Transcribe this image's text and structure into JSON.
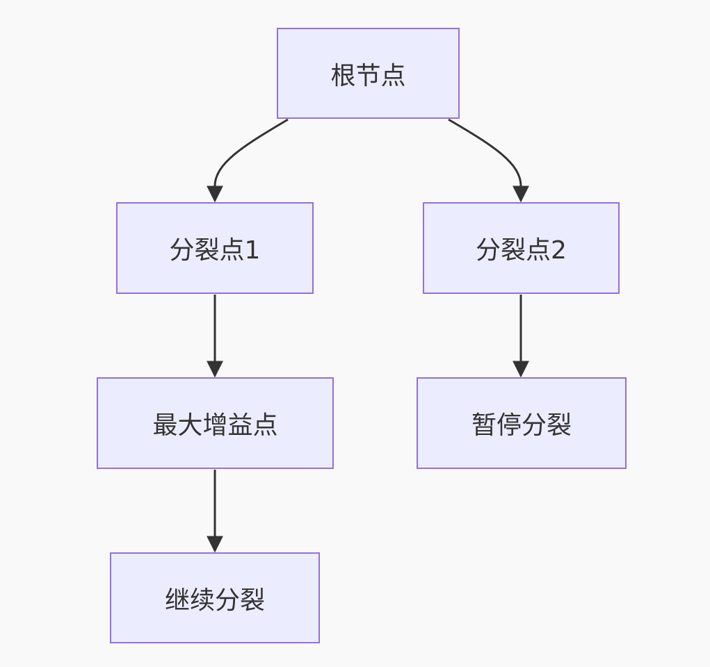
{
  "diagram": {
    "nodes": {
      "root": "根节点",
      "split1": "分裂点1",
      "split2": "分裂点2",
      "max_gain": "最大增益点",
      "pause_split": "暂停分裂",
      "continue_split": "继续分裂"
    },
    "edges": [
      {
        "from": "root",
        "to": "split1"
      },
      {
        "from": "root",
        "to": "split2"
      },
      {
        "from": "split1",
        "to": "max_gain"
      },
      {
        "from": "split2",
        "to": "pause_split"
      },
      {
        "from": "max_gain",
        "to": "continue_split"
      }
    ],
    "colors": {
      "background": "#f9f9f9",
      "node_fill": "#ececff",
      "node_border": "#9370db",
      "edge": "#333333",
      "text": "#333333"
    }
  }
}
